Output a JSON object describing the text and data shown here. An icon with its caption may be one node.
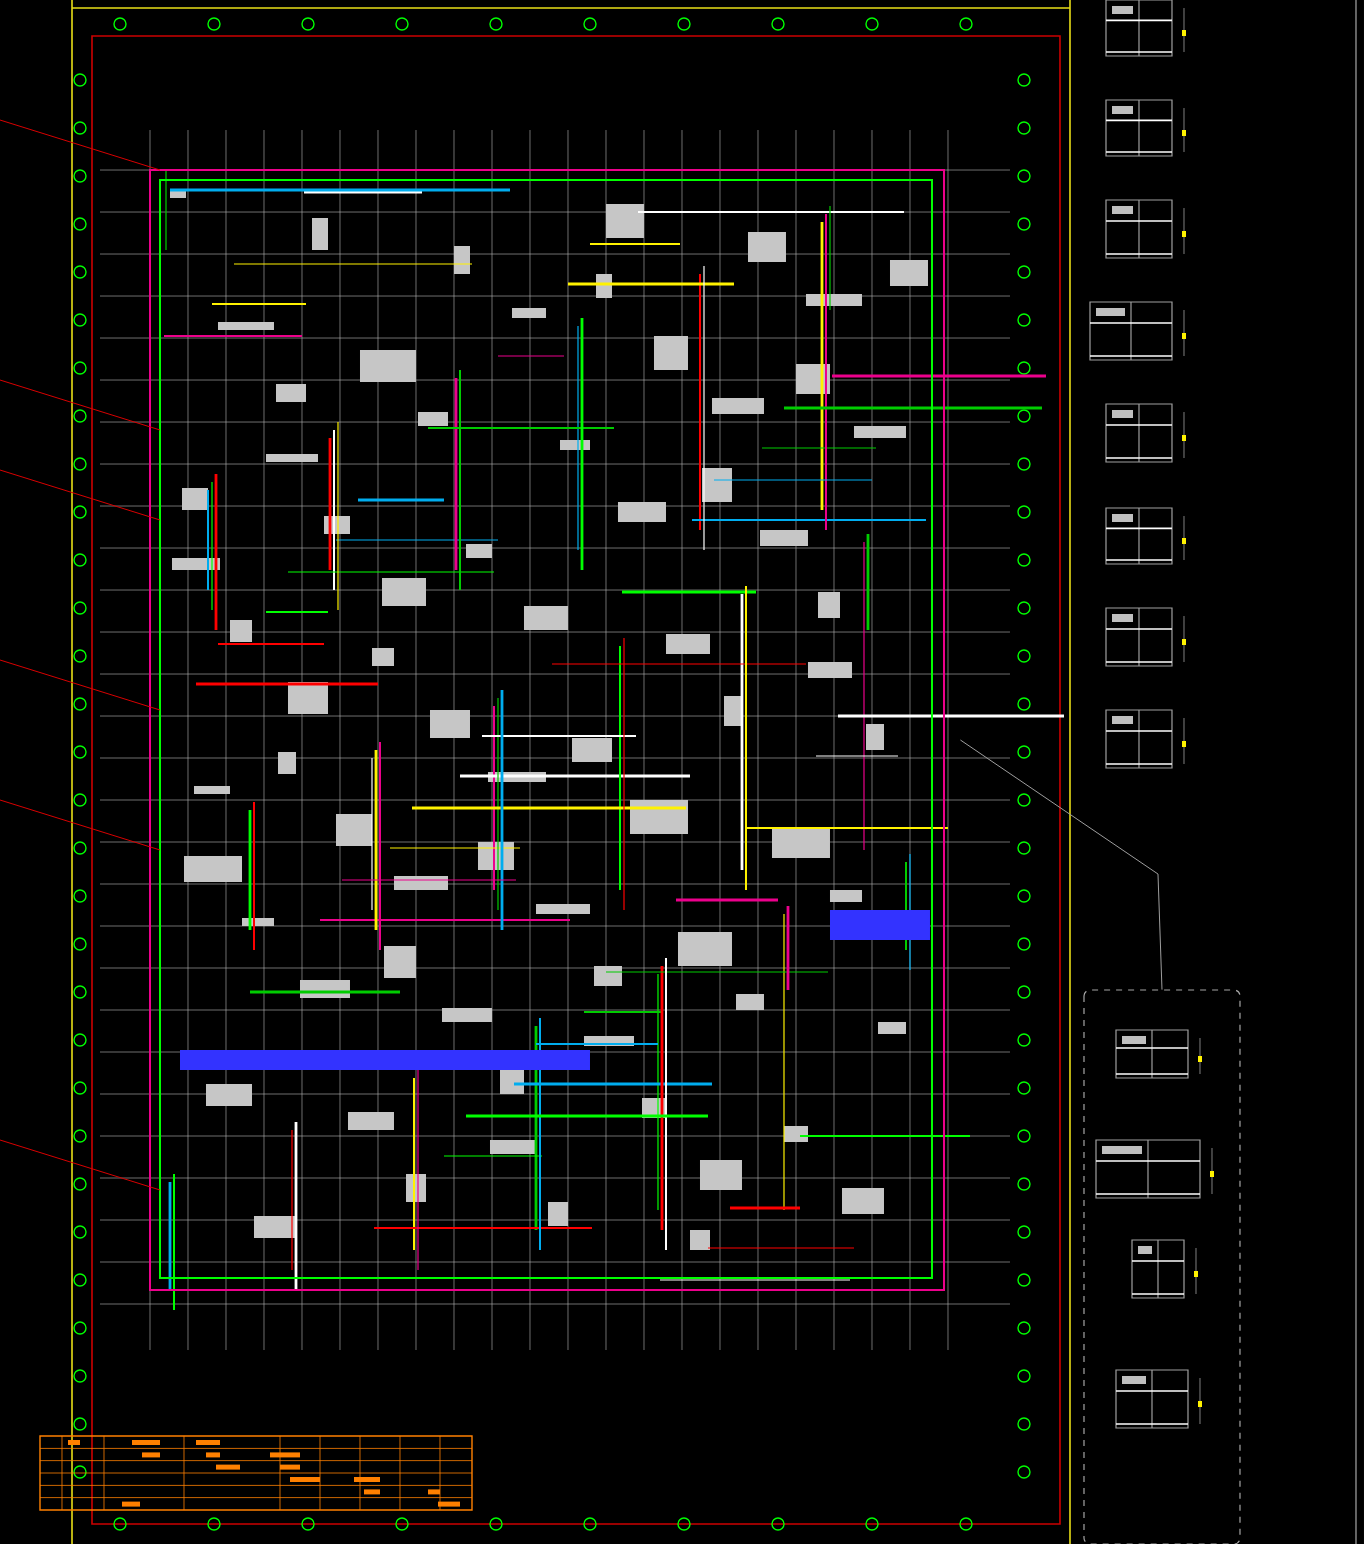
{
  "diagram": {
    "nodes": [
      {
        "text": [],
        "shape": "picture"
      },
      {
        "text": [],
        "shape": "picture"
      },
      {
        "text": [],
        "shape": "picture"
      },
      {
        "text": [],
        "shape": "picture"
      },
      {
        "text": [],
        "shape": "picture"
      },
      {
        "text": [],
        "shape": "picture"
      },
      {
        "text": [],
        "shape": "picture"
      },
      {
        "text": [],
        "shape": "picture"
      },
      {
        "text": [],
        "shape": "picture"
      },
      {
        "text": [],
        "shape": "box"
      },
      {
        "text": [],
        "shape": "picture",
        "in": 9
      },
      {
        "text": [],
        "shape": "picture",
        "in": 9
      },
      {
        "text": [],
        "shape": "picture",
        "in": 9
      },
      {
        "text": [],
        "shape": "picture",
        "in": 9
      },
      {
        "text": [],
        "shape": "box"
      }
    ],
    "edges": [
      {
        "from": 0,
        "to": 9,
        "arrow": "none"
      }
    ]
  }
}
